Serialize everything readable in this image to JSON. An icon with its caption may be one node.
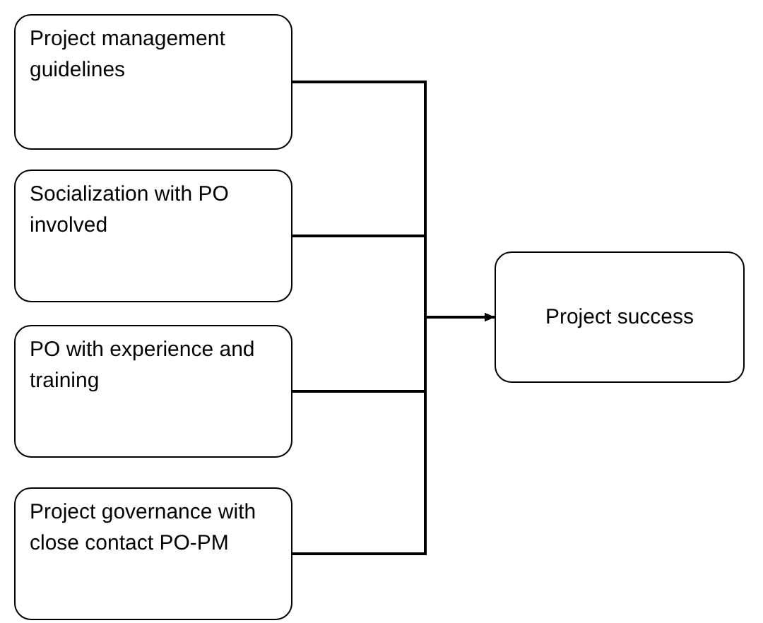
{
  "diagram": {
    "nodes": [
      {
        "text": [
          "Project management guidelines"
        ]
      },
      {
        "text": [
          "Socialization with PO involved"
        ]
      },
      {
        "text": [
          "PO with experience and training"
        ]
      },
      {
        "text": [
          "Project governance with close contact PO-PM"
        ]
      },
      {
        "text": [
          "Project success"
        ]
      }
    ],
    "edges": [
      {
        "from": 0,
        "to": 4,
        "arrow": "to"
      },
      {
        "from": 1,
        "to": 4,
        "arrow": "to"
      },
      {
        "from": 2,
        "to": 4,
        "arrow": "to"
      },
      {
        "from": 3,
        "to": 4,
        "arrow": "to"
      }
    ]
  }
}
